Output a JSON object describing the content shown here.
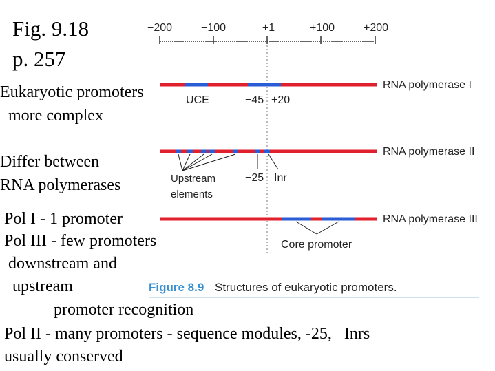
{
  "slide": {
    "fig_ref_line1": "Fig. 9.18",
    "fig_ref_line2": "p. 257",
    "notes": [
      "Eukaryotic promoters",
      "  more complex",
      "Differ between",
      "RNA polymerases",
      "Pol I - 1 promoter",
      "Pol III - few promoters",
      " downstream and",
      "  upstream",
      "promoter recognition",
      "Pol II - many promoters - sequence modules, -25,   Inrs",
      "usually conserved"
    ]
  },
  "diagram": {
    "scale_ticks": [
      "−200",
      "−100",
      "+1",
      "+100",
      "+200"
    ],
    "tracks": [
      {
        "label": "RNA polymerase I",
        "element_labels": [
          "UCE",
          "−45",
          "+20"
        ]
      },
      {
        "label": "RNA polymerase II",
        "element_labels": [
          "Upstream",
          "elements",
          "−25",
          "Inr"
        ]
      },
      {
        "label": "RNA polymerase III",
        "element_labels": [
          "Core promoter"
        ]
      }
    ],
    "caption_number": "Figure 8.9",
    "caption_text": "Structures of eukaryotic promoters.",
    "colors": {
      "dna_line": "#e0202c",
      "promoter_element": "#2a5cd6",
      "caption_blue": "#3a8fd0",
      "rule": "#333333"
    }
  }
}
